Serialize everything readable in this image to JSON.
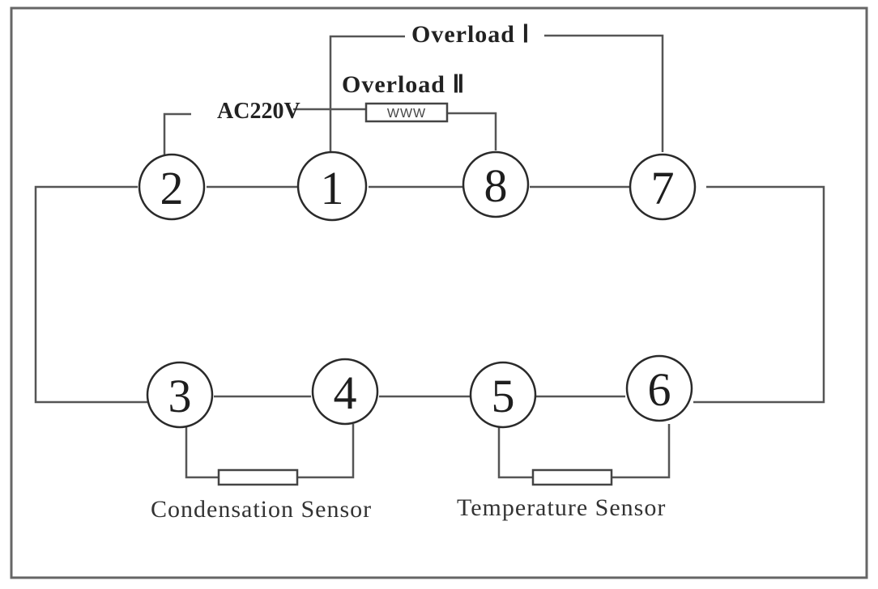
{
  "terminals": [
    "1",
    "2",
    "3",
    "4",
    "5",
    "6",
    "7",
    "8"
  ],
  "labels": {
    "overload_1": "Overload Ⅰ",
    "overload_2": "Overload Ⅱ",
    "power": "AC220V",
    "heater_mark": "WWW",
    "condensation_sensor": "Condensation Sensor",
    "temperature_sensor": "Temperature Sensor"
  },
  "colors": {
    "wire": "#555555",
    "text": "#222222",
    "background": "#ffffff"
  }
}
